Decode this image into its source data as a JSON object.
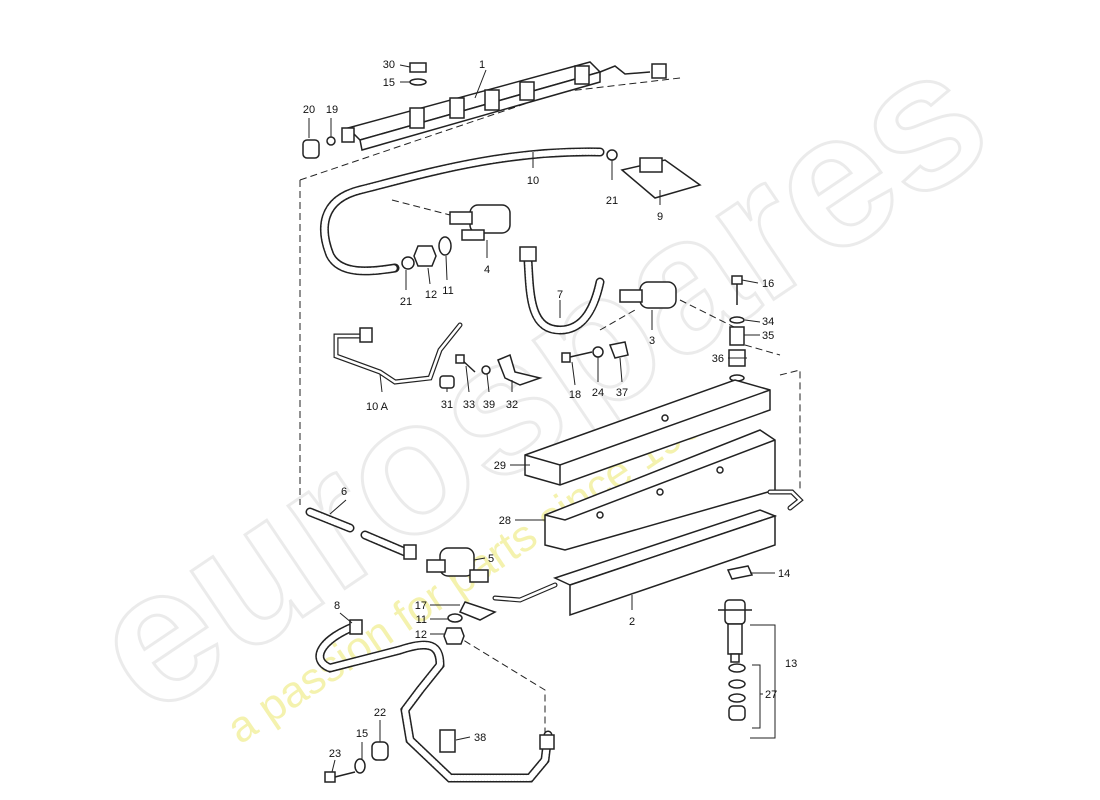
{
  "watermark": {
    "brand": "eurospares",
    "tagline": "a passion for parts since 1985",
    "brand_color": "#e6e6e6",
    "tagline_color": "#f2ef9a"
  },
  "callouts": {
    "c1": "1",
    "c2": "2",
    "c3": "3",
    "c4": "4",
    "c5": "5",
    "c6": "6",
    "c7": "7",
    "c8": "8",
    "c9": "9",
    "c10": "10",
    "c10a": "10 A",
    "c11a": "11",
    "c11b": "11",
    "c12a": "12",
    "c12b": "12",
    "c13": "13",
    "c14": "14",
    "c15a": "15",
    "c15b": "15",
    "c16": "16",
    "c17": "17",
    "c18": "18",
    "c19": "19",
    "c20": "20",
    "c21a": "21",
    "c21b": "21",
    "c22": "22",
    "c23": "23",
    "c24": "24",
    "c27": "27",
    "c28": "28",
    "c29": "29",
    "c30": "30",
    "c31": "31",
    "c32": "32",
    "c33": "33",
    "c34": "34",
    "c35": "35",
    "c36": "36",
    "c37": "37",
    "c38": "38",
    "c39": "39"
  }
}
